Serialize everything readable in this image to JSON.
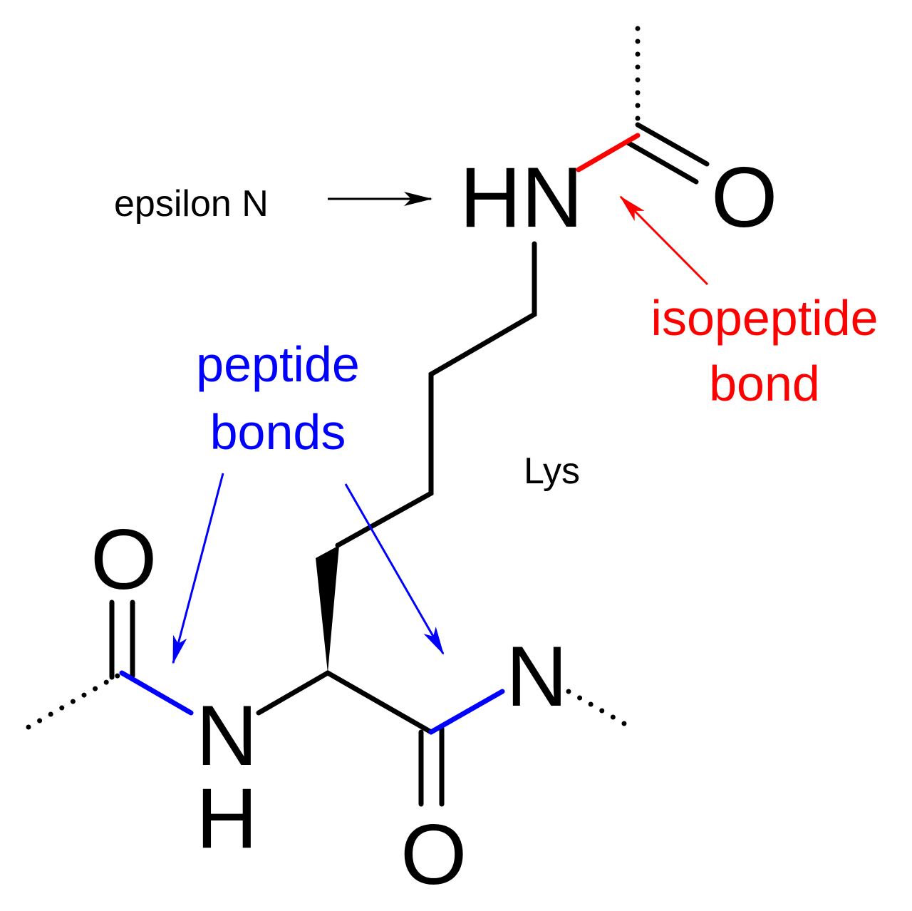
{
  "atoms": {
    "hn_top": "HN",
    "o_top": "O",
    "o_left": "O",
    "n_left": "N",
    "h_left": "H",
    "n_right": "N",
    "o_bottom": "O"
  },
  "labels": {
    "epsilon": "epsilon N",
    "isopeptide_line1": "isopeptide",
    "isopeptide_line2": "bond",
    "peptide_line1": "peptide",
    "peptide_line2": "bonds",
    "residue": "Lys"
  },
  "colors": {
    "isopeptide": "#ff0000",
    "peptide": "#0000ff",
    "bond": "#000000"
  }
}
